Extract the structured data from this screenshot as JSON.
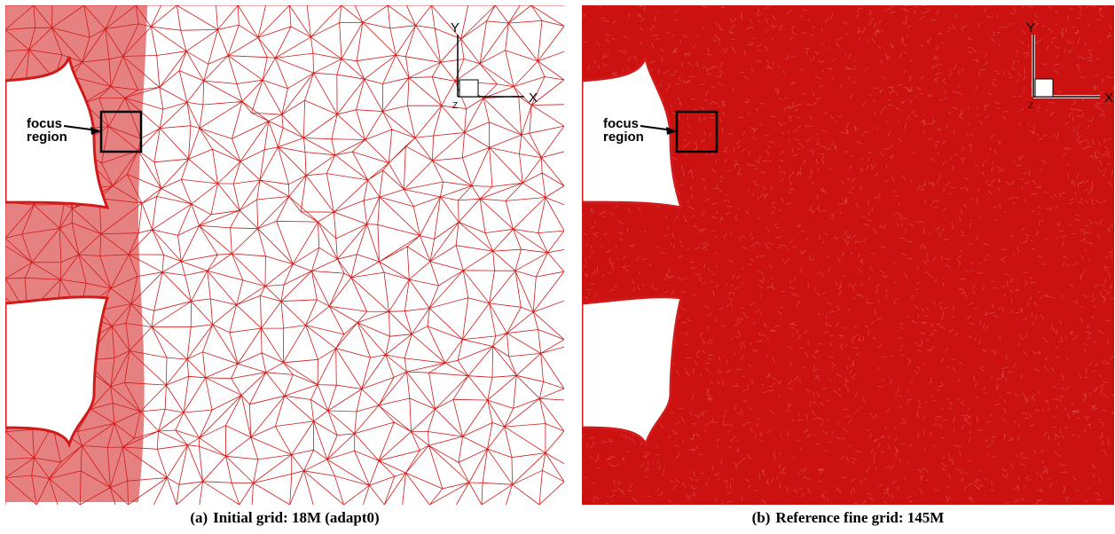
{
  "colors": {
    "mesh": "#d11a1a",
    "mesh_dense": "#cc1111",
    "annotation": "#000000",
    "background": "#ffffff"
  },
  "panels": [
    {
      "id": "a",
      "density": "coarse",
      "callout": {
        "line1": "focus",
        "line2": "region"
      },
      "axes": {
        "y_label": "Y",
        "x_label": "X",
        "z_label": "Z"
      },
      "caption": {
        "letter": "(a)",
        "text": "Initial grid: 18M (adapt0)"
      }
    },
    {
      "id": "b",
      "density": "fine",
      "callout": {
        "line1": "focus",
        "line2": "region"
      },
      "axes": {
        "y_label": "Y",
        "x_label": "X",
        "z_label": "Z"
      },
      "caption": {
        "letter": "(b)",
        "text": "Reference fine grid: 145M"
      }
    }
  ]
}
